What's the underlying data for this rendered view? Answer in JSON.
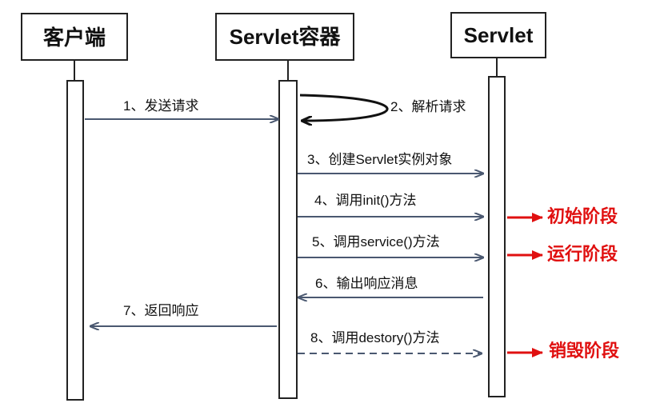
{
  "actors": {
    "client": "客户端",
    "container": "Servlet容器",
    "servlet": "Servlet"
  },
  "messages": [
    {
      "text": "1、发送请求",
      "from": "client",
      "to": "container",
      "style": "solid"
    },
    {
      "text": "2、解析请求",
      "from": "container",
      "to": "container",
      "style": "self"
    },
    {
      "text": "3、创建Servlet实例对象",
      "from": "container",
      "to": "servlet",
      "style": "solid"
    },
    {
      "text": "4、调用init()方法",
      "from": "container",
      "to": "servlet",
      "style": "solid"
    },
    {
      "text": "5、调用service()方法",
      "from": "container",
      "to": "servlet",
      "style": "solid"
    },
    {
      "text": "6、输出响应消息",
      "from": "servlet",
      "to": "container",
      "style": "solid"
    },
    {
      "text": "7、返回响应",
      "from": "container",
      "to": "client",
      "style": "solid"
    },
    {
      "text": "8、调用destory()方法",
      "from": "container",
      "to": "servlet",
      "style": "dashed"
    }
  ],
  "phases": {
    "init": "初始阶段",
    "run": "运行阶段",
    "destroy": "销毁阶段"
  },
  "colors": {
    "arrow": "#4a5870",
    "phase": "#e01010",
    "box_border": "#222222"
  }
}
